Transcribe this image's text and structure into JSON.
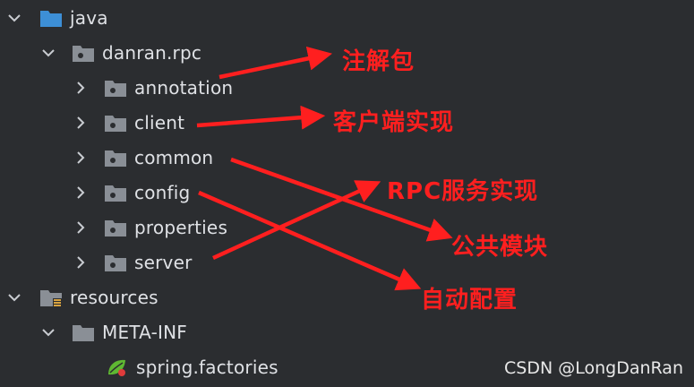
{
  "tree": {
    "root": "java",
    "package": "danran.rpc",
    "children": [
      "annotation",
      "client",
      "common",
      "config",
      "properties",
      "server"
    ],
    "resources": "resources",
    "meta_inf": "META-INF",
    "spring_file": "spring.factories"
  },
  "annotations": {
    "annotation_pkg": "注解包",
    "client": "客户端实现",
    "rpc_service": "RPC服务实现",
    "common": "公共模块",
    "autoconfig": "自动配置"
  },
  "watermark": "CSDN @LongDanRan",
  "colors": {
    "background": "#2b2d30",
    "text": "#dfe1e5",
    "folder": "#8a8f96",
    "folder_blue": "#3d8fd6",
    "arrow": "#ff1f1f"
  }
}
